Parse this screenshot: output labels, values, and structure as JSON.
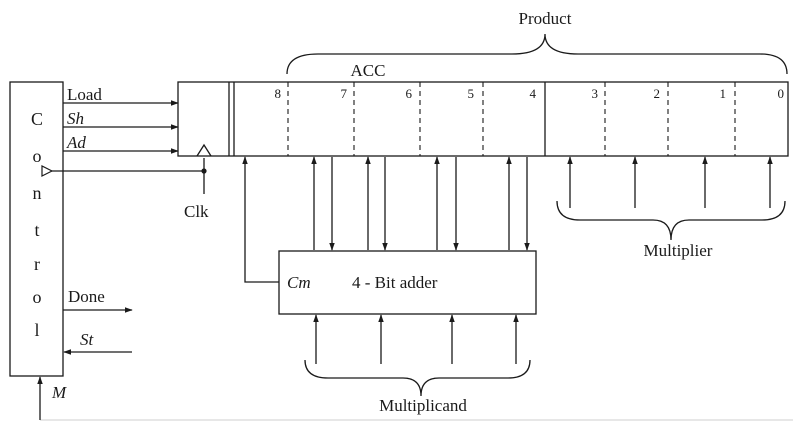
{
  "labels": {
    "product": "Product",
    "acc": "ACC",
    "load": "Load",
    "sh": "Sh",
    "ad": "Ad",
    "clk": "Clk",
    "done": "Done",
    "st": "St",
    "m": "M",
    "cm": "Cm",
    "adder": "4 - Bit adder",
    "multiplier": "Multiplier",
    "multiplicand": "Multiplicand"
  },
  "control_letters": [
    "C",
    "o",
    "n",
    "t",
    "r",
    "o",
    "l"
  ],
  "bits": [
    "8",
    "7",
    "6",
    "5",
    "4",
    "3",
    "2",
    "1",
    "0"
  ]
}
